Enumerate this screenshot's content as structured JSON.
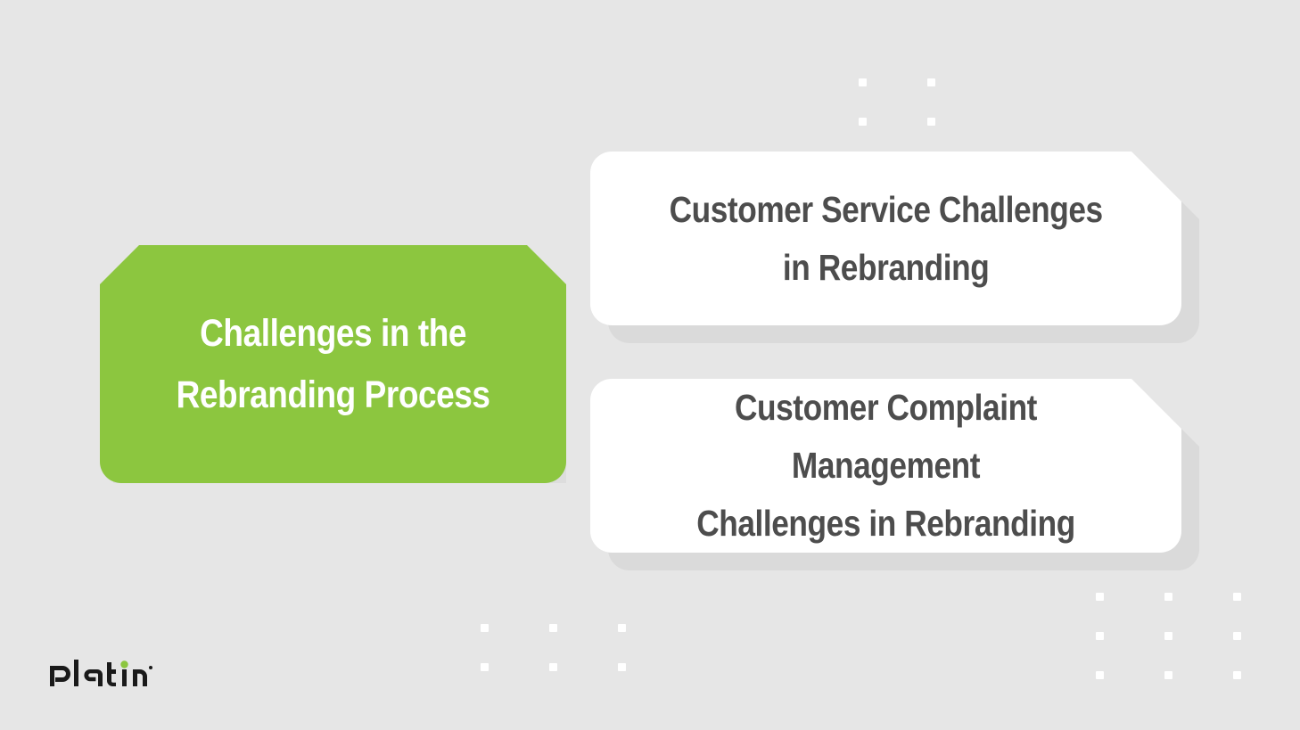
{
  "slide": {
    "background_color": "#e6e6e6",
    "accent_color": "#8cc63f",
    "text_color_dark": "#4d4d4d",
    "card_color": "#ffffff"
  },
  "title_card": {
    "text": "Challenges in the\nRebranding Process",
    "background_color": "#8cc63f",
    "text_color": "#ffffff"
  },
  "content_cards": [
    {
      "id": "customer-service-challenges",
      "text": "Customer Service Challenges\nin Rebranding"
    },
    {
      "id": "customer-complaint-management",
      "text": "Customer Complaint Management\nChallenges in Rebranding"
    }
  ],
  "decorations": {
    "dots_top": {
      "rows": 2,
      "cols": 2,
      "color": "#ffffff"
    },
    "dots_bottom_left": {
      "rows": 2,
      "cols": 3,
      "color": "#ffffff"
    },
    "dots_bottom_right": {
      "rows": 3,
      "cols": 3,
      "color": "#ffffff"
    }
  },
  "logo": {
    "name": "Platin",
    "wordmark": "Platin",
    "dot_color": "#8cc63f",
    "text_color": "#1a1a1a"
  }
}
